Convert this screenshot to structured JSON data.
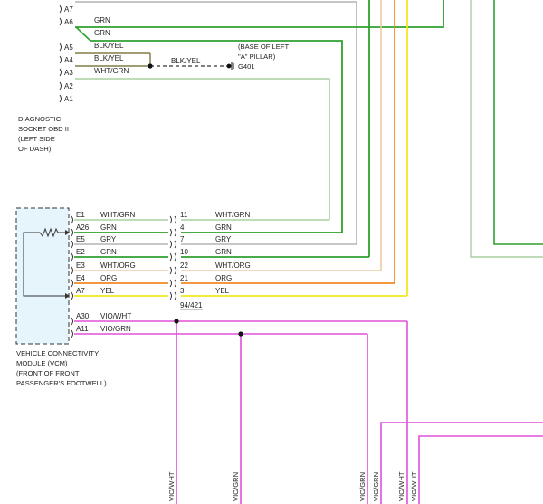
{
  "obd_pins": [
    {
      "pin": "A7",
      "wire": ""
    },
    {
      "pin": "A6",
      "wire": "GRN"
    },
    {
      "pin": "",
      "wire": "GRN"
    },
    {
      "pin": "A5",
      "wire": "BLK/YEL"
    },
    {
      "pin": "A4",
      "wire": "BLK/YEL"
    },
    {
      "pin": "A3",
      "wire": "WHT/GRN"
    },
    {
      "pin": "A2",
      "wire": ""
    },
    {
      "pin": "A1",
      "wire": ""
    }
  ],
  "obd_label": [
    "DIAGNOSTIC",
    "SOCKET OBD II",
    "(LEFT SIDE",
    "OF DASH)"
  ],
  "ground": {
    "wire": "BLK/YEL",
    "location": [
      "(BASE OF LEFT",
      "\"A\" PILLAR)"
    ],
    "id": "G401"
  },
  "vcm_label": [
    "VEHICLE CONNECTIVITY",
    "MODULE (VCM)",
    "(FRONT OF FRONT",
    "PASSENGER'S FOOTWELL)"
  ],
  "vcm_rows": [
    {
      "pin": "E1",
      "wire_left": "WHT/GRN",
      "conn": "11",
      "wire_right": "WHT/GRN",
      "color": "#a8d1a0"
    },
    {
      "pin": "A26",
      "wire_left": "GRN",
      "conn": "4",
      "wire_right": "GRN",
      "color": "#2ea12e"
    },
    {
      "pin": "E5",
      "wire_left": "GRY",
      "conn": "7",
      "wire_right": "GRY",
      "color": "#b4b4b4"
    },
    {
      "pin": "E2",
      "wire_left": "GRN",
      "conn": "10",
      "wire_right": "GRN",
      "color": "#2ea12e"
    },
    {
      "pin": "E3",
      "wire_left": "WHT/ORG",
      "conn": "22",
      "wire_right": "WHT/ORG",
      "color": "#f0c8a4"
    },
    {
      "pin": "E4",
      "wire_left": "ORG",
      "conn": "21",
      "wire_right": "ORG",
      "color": "#f08a24"
    },
    {
      "pin": "A7",
      "wire_left": "YEL",
      "conn": "3",
      "wire_right": "YEL",
      "color": "#f0e81e"
    }
  ],
  "connector_id": "94/421",
  "vcm_lower_rows": [
    {
      "pin": "A30",
      "wire": "VIO/WHT"
    },
    {
      "pin": "A11",
      "wire": "VIO/GRN"
    }
  ],
  "bottom_labels": [
    "VIO/WHT",
    "VIO/GRN",
    "VIO/GRN",
    "VIO/GRN",
    "VIO/WHT",
    "VIO/WHT"
  ],
  "colors": {
    "grn": "#2ea12e",
    "wht_grn": "#a8d1a0",
    "gry": "#b4b4b4",
    "wht_org": "#f0c8a4",
    "org": "#f08a24",
    "yel": "#f0e81e",
    "vio": "#e050d8",
    "blk_yel": "#6b6020",
    "vcm_fill": "#e6f4fb"
  }
}
